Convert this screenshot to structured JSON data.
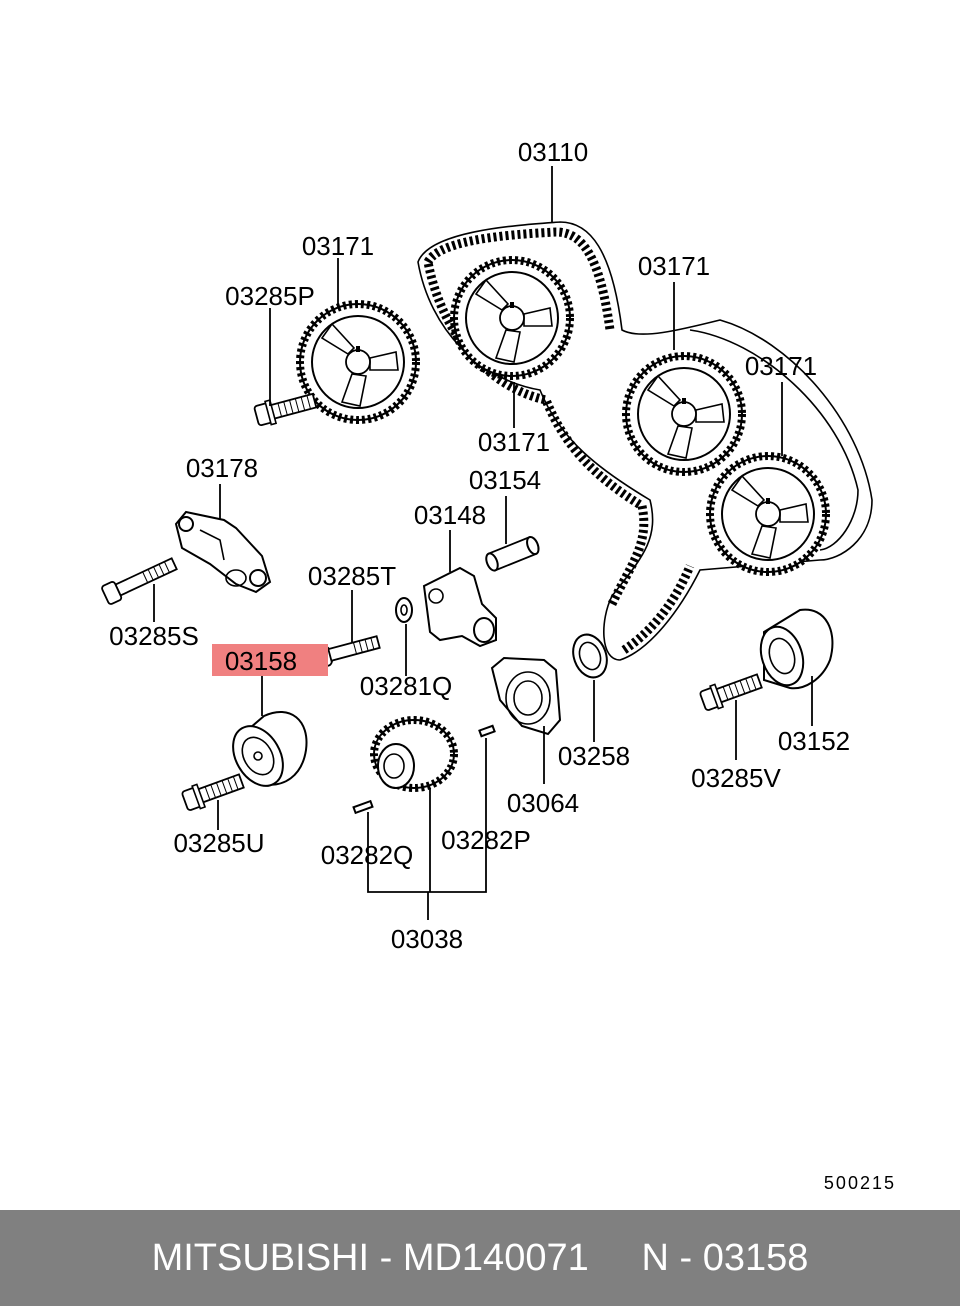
{
  "diagram": {
    "labels": {
      "belt": "03110",
      "sprocket_left": "03171",
      "sprocket_center": "03171",
      "sprocket_right_upper": "03171",
      "sprocket_right_lower": "03171",
      "bolt_p": "03285P",
      "tensioner_arm": "03178",
      "bolt_s": "03285S",
      "bolt_t": "03285T",
      "tensioner_pulley": "03158",
      "bolt_u": "03285U",
      "pin_q": "03282Q",
      "pin_p": "03282P",
      "crank_sprocket_assy": "03038",
      "washer": "03281Q",
      "bracket": "03148",
      "shaft": "03154",
      "flange": "03064",
      "seal": "03258",
      "idler": "03152",
      "bolt_v": "03285V"
    },
    "highlight_color": "#f08080",
    "diagram_code": "500215"
  },
  "footer": {
    "text": "MITSUBISHI - MD140071     N - 03158"
  }
}
